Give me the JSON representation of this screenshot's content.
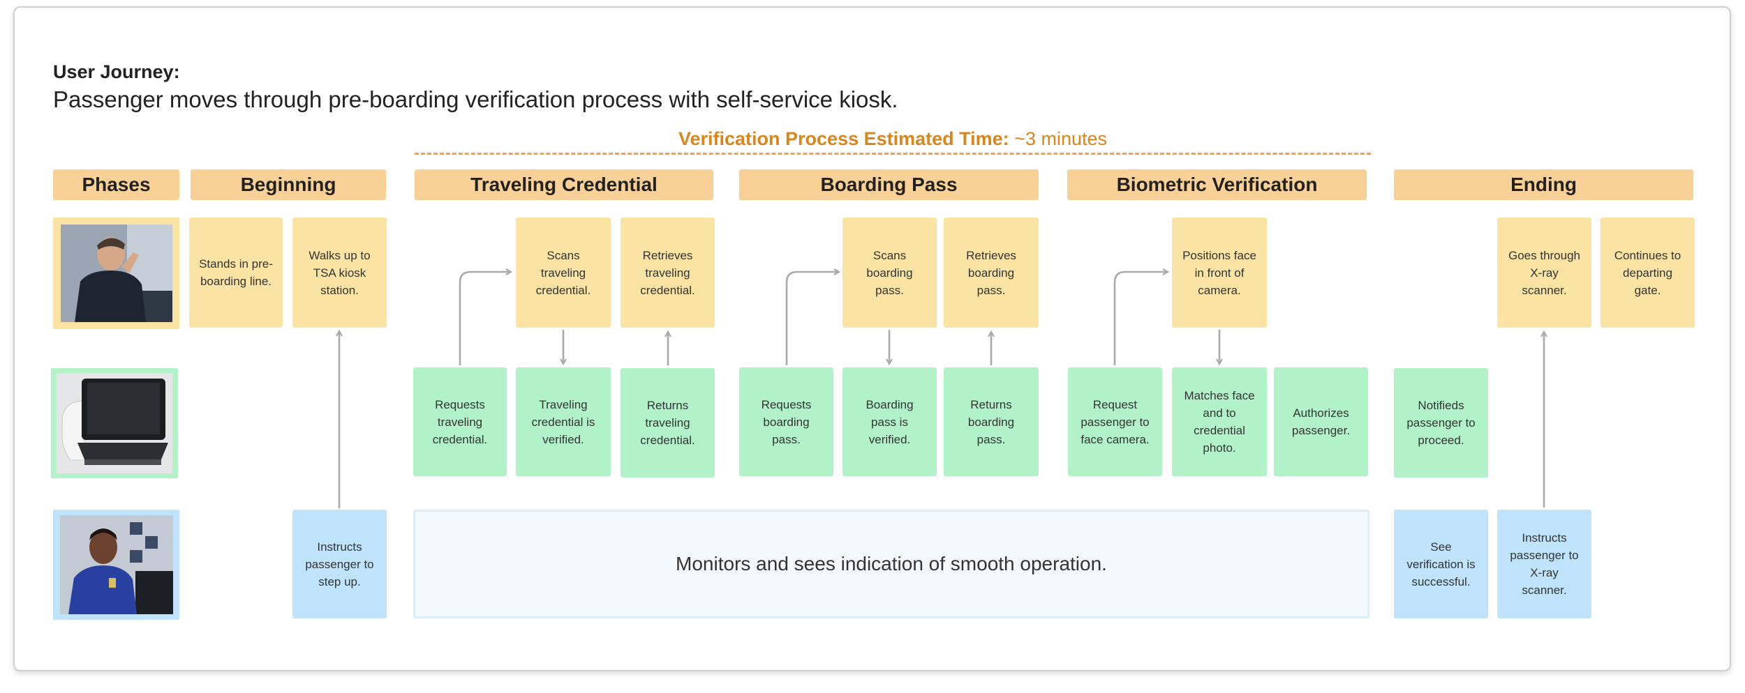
{
  "header": {
    "journey_label": "User Journey:",
    "journey_description": "Passenger moves through pre-boarding verification process with self-service kiosk."
  },
  "estimate": {
    "label": "Verification Process Estimated Time:",
    "value": "~3 minutes"
  },
  "phases": {
    "label": "Phases",
    "beginning": "Beginning",
    "traveling_credential": "Traveling Credential",
    "boarding_pass": "Boarding Pass",
    "biometric_verification": "Biometric Verification",
    "ending": "Ending"
  },
  "passenger_row": {
    "stands": "Stands in pre-boarding line.",
    "walks": "Walks up to TSA kiosk station.",
    "scans_credential": "Scans traveling credential.",
    "retrieves_credential": "Retrieves traveling credential.",
    "scans_pass": "Scans boarding pass.",
    "retrieves_pass": "Retrieves boarding pass.",
    "positions_face": "Positions face in front of camera.",
    "xray": "Goes through X-ray scanner.",
    "continues": "Continues to departing gate."
  },
  "kiosk_row": {
    "requests_credential": "Requests traveling credential.",
    "credential_verified": "Traveling credential is verified.",
    "returns_credential": "Returns traveling credential.",
    "requests_pass": "Requests boarding pass.",
    "pass_verified": "Boarding pass is verified.",
    "returns_pass": "Returns boarding pass.",
    "request_face": "Request passenger to face camera.",
    "matches_face": "Matches face and to credential photo.",
    "authorizes": "Authorizes passenger.",
    "notifies": "Notifieds passenger to proceed."
  },
  "officer_row": {
    "instructs_step_up": "Instructs passenger to step up.",
    "monitors": "Monitors and sees indication of smooth operation.",
    "sees_success": "See verification is successful.",
    "instructs_xray": "Instructs passenger to X-ray scanner."
  },
  "colors": {
    "phase": "#f9d196",
    "passenger": "#fbe3a4",
    "kiosk": "#b2f2c9",
    "officer": "#bfe3fb",
    "estimate": "#d9861d",
    "arrow": "#aaaaaa"
  }
}
